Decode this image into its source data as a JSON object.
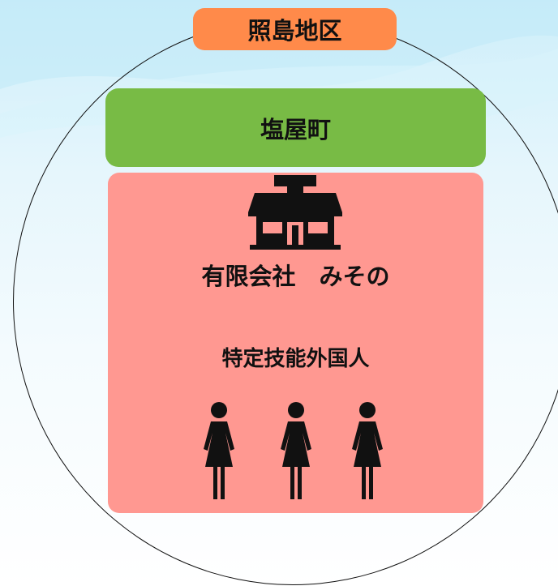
{
  "district": {
    "label": "照島地区"
  },
  "town": {
    "label": "塩屋町"
  },
  "company": {
    "name": "有限会社　みその",
    "icon": "shop-icon"
  },
  "workers": {
    "label": "特定技能外国人",
    "count": 3,
    "icon": "woman-icon"
  },
  "colors": {
    "district": "#ff8a4a",
    "town": "#78bb45",
    "company": "#ff9891",
    "icon": "#111111"
  }
}
